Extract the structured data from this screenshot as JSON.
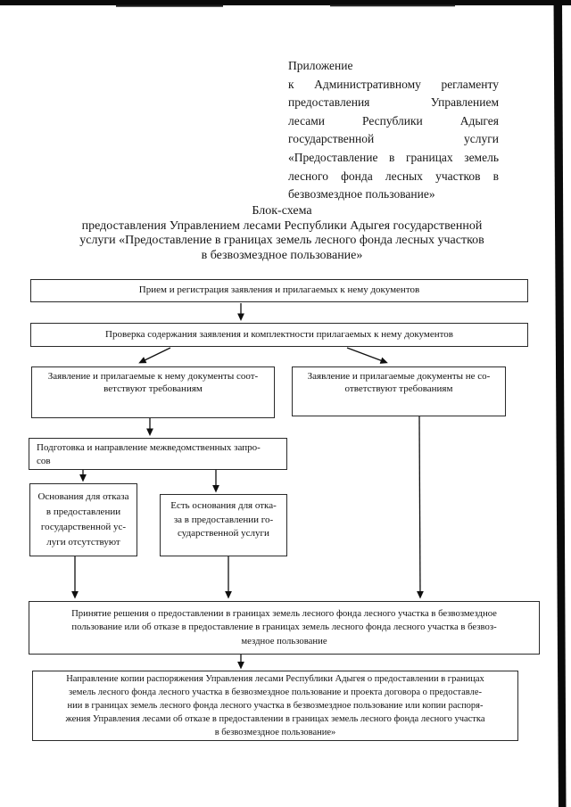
{
  "appendix": {
    "lines": [
      "Приложение",
      "к Административному регламенту",
      "предоставления Управлением",
      "лесами Республики Адыгея",
      "государственной услуги",
      "«Предоставление в границах земель",
      "лесного фонда лесных участков в",
      "безвозмездное пользование»"
    ]
  },
  "title": {
    "lines": [
      "Блок-схема",
      "предоставления Управлением лесами Республики Адыгея государственной",
      "услуги «Предоставление в границах земель лесного фонда лесных участков",
      "в безвозмездное пользование»"
    ]
  },
  "boxes": {
    "b1": {
      "lines": [
        "Прием и регистрация заявления и прилагаемых к нему документов"
      ]
    },
    "b2": {
      "lines": [
        "Проверка содержания заявления и комплектности прилагаемых к нему документов"
      ]
    },
    "b3": {
      "lines": [
        "Заявление и прилагаемые к нему документы соот-",
        "ветствуют требованиям"
      ]
    },
    "b4": {
      "lines": [
        "Заявление и прилагаемые документы не со-",
        "ответствуют требованиям"
      ]
    },
    "b5": {
      "lines": [
        "Подготовка и направление межведомственных запро-",
        "сов"
      ]
    },
    "b6": {
      "lines": [
        "Основания для отказа",
        "в предоставлении",
        "государственной ус-",
        "луги отсутствуют"
      ]
    },
    "b7": {
      "lines": [
        "Есть основания для отка-",
        "за в предоставлении го-",
        "сударственной услуги"
      ]
    },
    "b8": {
      "lines": [
        "Принятие решения о предоставлении в границах земель лесного фонда лесного участка в безвозмездное",
        "пользование или об отказе в предоставление в границах земель лесного фонда лесного участка в безвоз-",
        "мездное пользование"
      ]
    },
    "b9": {
      "lines": [
        "Направление копии распоряжения Управления лесами Республики Адыгея о предоставлении в границах",
        "земель лесного фонда лесного участка в безвозмездное пользование и проекта договора о предоставле-",
        "нии в границах земель лесного фонда лесного участка в безвозмездное пользование или копии распоря-",
        "жения Управления лесами об отказе в предоставлении в границах земель лесного фонда лесного участка",
        "в безвозмездное пользование»"
      ]
    }
  },
  "colors": {
    "ink": "#161616",
    "border": "#2a2a2a",
    "scan_artifact": "#0a0a0a"
  }
}
